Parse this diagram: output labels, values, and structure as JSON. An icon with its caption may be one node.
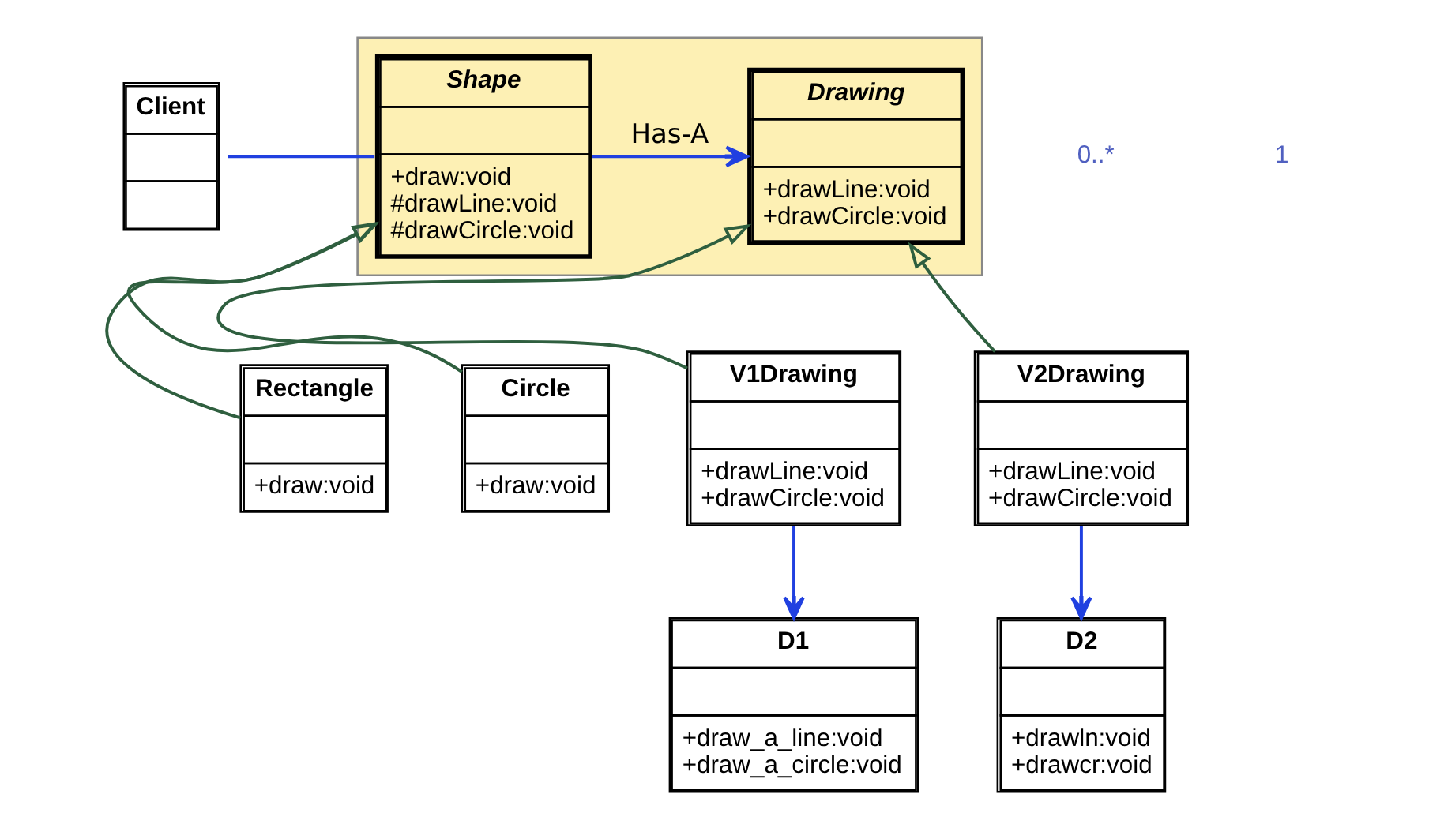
{
  "diagram": {
    "nodes": [
      {
        "text": [],
        "shape": "box"
      },
      {
        "text": [
          "Client"
        ]
      },
      {
        "text": [
          "Shape",
          "+draw:void",
          "#drawLine:void",
          "#drawCircle:void"
        ],
        "in": 0
      },
      {
        "text": [
          "Drawing",
          "+drawLine:void",
          "+drawCircle:void"
        ],
        "in": 0
      },
      {
        "text": [
          "Rectangle",
          "+draw:void"
        ]
      },
      {
        "text": [
          "Circle",
          "+draw:void"
        ]
      },
      {
        "text": [
          "V1Drawing",
          "+drawLine:void",
          "+drawCircle:void"
        ]
      },
      {
        "text": [
          "V2Drawing",
          "+drawLine:void",
          "+drawCircle:void"
        ]
      },
      {
        "text": [
          "D1",
          "+draw_a_line:void",
          "+draw_a_circle:void"
        ]
      },
      {
        "text": [
          "D2",
          "+drawln:void",
          "+drawcr:void"
        ]
      }
    ],
    "edges": [
      {
        "from": 1,
        "to": 2,
        "arrow": "none",
        "color": "#2040e0"
      },
      {
        "from": 2,
        "to": 3,
        "arrow": "to",
        "label": "Has-A",
        "color": "#2040e0"
      },
      {
        "from": 4,
        "to": 2,
        "arrow": "to",
        "color": "#2f5f3f"
      },
      {
        "from": 5,
        "to": 2,
        "arrow": "to",
        "color": "#2f5f3f"
      },
      {
        "from": 6,
        "to": 3,
        "arrow": "to",
        "color": "#2f5f3f"
      },
      {
        "from": 7,
        "to": 3,
        "arrow": "to",
        "color": "#2f5f3f"
      },
      {
        "from": 6,
        "to": 8,
        "arrow": "to",
        "color": "#2040e0"
      },
      {
        "from": 7,
        "to": 9,
        "arrow": "to",
        "color": "#2040e0"
      }
    ],
    "labels": [
      "0..*",
      "1"
    ]
  }
}
